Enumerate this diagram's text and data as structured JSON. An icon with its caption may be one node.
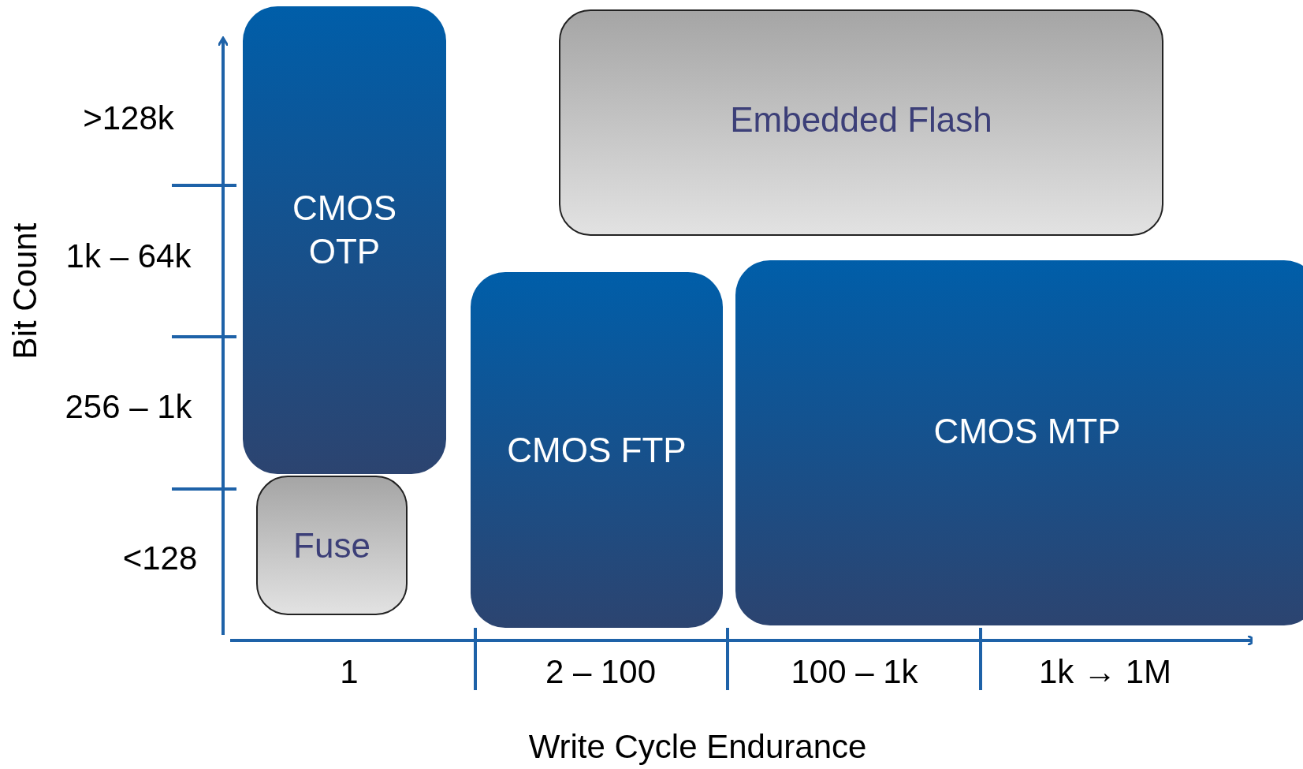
{
  "diagram": {
    "nodes": [
      {
        "text": [
          "Embedded Flash"
        ]
      },
      {
        "text": [
          "CMOS OTP"
        ]
      },
      {
        "text": [
          "Fuse"
        ]
      },
      {
        "text": [
          "CMOS FTP"
        ]
      },
      {
        "text": [
          "CMOS MTP"
        ]
      }
    ],
    "labels": [
      ">128k",
      "1k – 64k",
      "256 – 1k",
      "<128",
      "Bit Count",
      "1",
      "2 – 100",
      "100 – 1k",
      "1k → 1M",
      "Write Cycle Endurance"
    ]
  }
}
